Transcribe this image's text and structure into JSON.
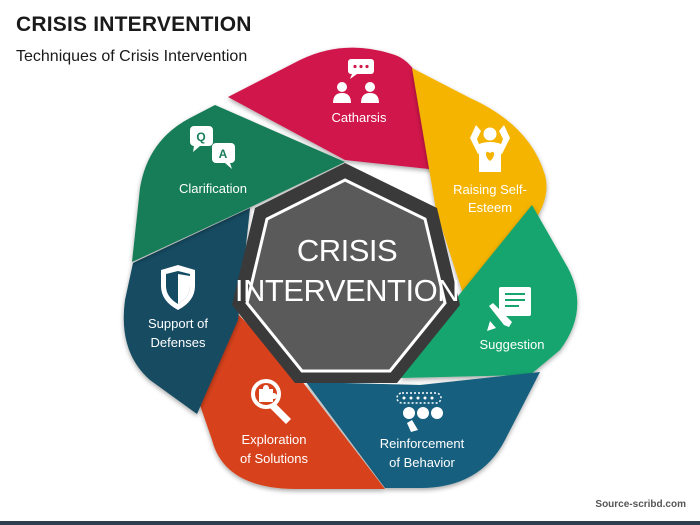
{
  "header": {
    "title": "CRISIS INTERVENTION",
    "subtitle": "Techniques of Crisis Intervention"
  },
  "center": {
    "line1": "CRISIS",
    "line2": "INTERVENTION"
  },
  "segments": [
    {
      "label_lines": [
        "Catharsis"
      ],
      "color": "#d1184b",
      "icon": "group-chat-icon"
    },
    {
      "label_lines": [
        "Raising Self-",
        "Esteem"
      ],
      "color": "#f5b400",
      "icon": "confident-person-icon"
    },
    {
      "label_lines": [
        "Suggestion"
      ],
      "color": "#17a56e",
      "icon": "document-edit-icon"
    },
    {
      "label_lines": [
        "Reinforcement",
        "of Behavior"
      ],
      "color": "#145f7e",
      "icon": "rating-feedback-icon"
    },
    {
      "label_lines": [
        "Exploration",
        "of Solutions"
      ],
      "color": "#d7431a",
      "icon": "magnifier-puzzle-icon"
    },
    {
      "label_lines": [
        "Support of",
        "Defenses"
      ],
      "color": "#144b62",
      "icon": "shield-icon"
    },
    {
      "label_lines": [
        "Clarification"
      ],
      "color": "#177d59",
      "icon": "question-answer-icon"
    }
  ],
  "footer": {
    "credit": "Source-scribd.com"
  }
}
